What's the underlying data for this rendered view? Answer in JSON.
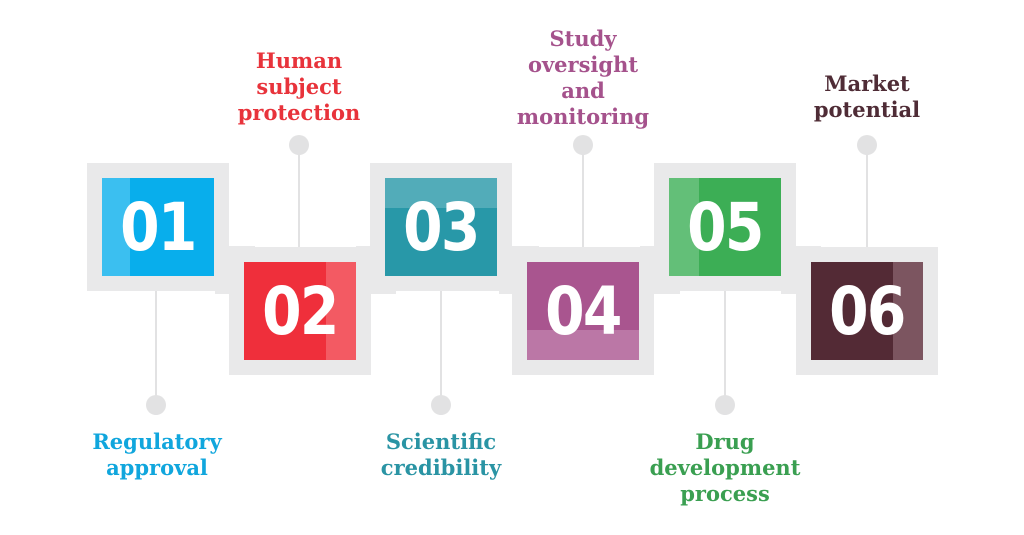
{
  "steps": [
    {
      "num": "01",
      "color": "#08aeec",
      "shade": "#3bbff0",
      "label_lines": [
        "Regulatory",
        "approval"
      ],
      "label_color": "#10a6dd"
    },
    {
      "num": "02",
      "color": "#ef2f3b",
      "shade": "#f35a63",
      "label_lines": [
        "Human",
        "subject",
        "protection"
      ],
      "label_color": "#e8333b"
    },
    {
      "num": "03",
      "color": "#2898a8",
      "shade": "#52acb9",
      "label_lines": [
        "Scientific",
        "credibility"
      ],
      "label_color": "#2a94a4"
    },
    {
      "num": "04",
      "color": "#a9558f",
      "shade": "#bb77a6",
      "label_lines": [
        "Study",
        "oversight",
        "and",
        "monitoring"
      ],
      "label_color": "#a5528c"
    },
    {
      "num": "05",
      "color": "#3cae55",
      "shade": "#63bf78",
      "label_lines": [
        "Drug",
        "development",
        "process"
      ],
      "label_color": "#3a9f51"
    },
    {
      "num": "06",
      "color": "#532a35",
      "shade": "#7c5560",
      "label_lines": [
        "Market",
        "potential"
      ],
      "label_color": "#4f2c36"
    }
  ]
}
